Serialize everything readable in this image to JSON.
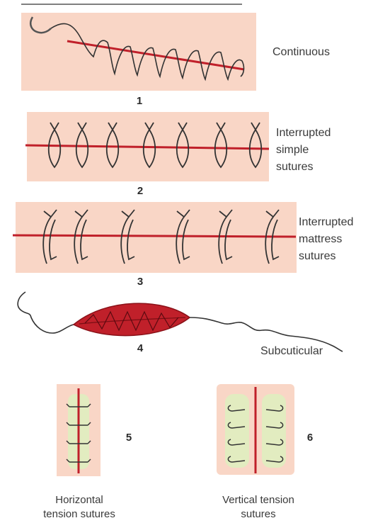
{
  "panels": [
    {
      "number": "1",
      "label_lines": [
        "Continuous"
      ]
    },
    {
      "number": "2",
      "label_lines": [
        "Interrupted",
        "simple",
        "sutures"
      ]
    },
    {
      "number": "3",
      "label_lines": [
        "Interrupted",
        "mattress",
        "sutures"
      ]
    },
    {
      "number": "4",
      "label_lines": [
        "Subcuticular"
      ]
    },
    {
      "number": "5",
      "label_lines": [
        "Horizontal",
        "tension sutures"
      ]
    },
    {
      "number": "6",
      "label_lines": [
        "Vertical tension",
        "sutures"
      ]
    }
  ],
  "colors": {
    "skin": "#f9d6c6",
    "wound": "#c0202a",
    "thread": "#333333",
    "bolster": "#e2ecc0"
  }
}
